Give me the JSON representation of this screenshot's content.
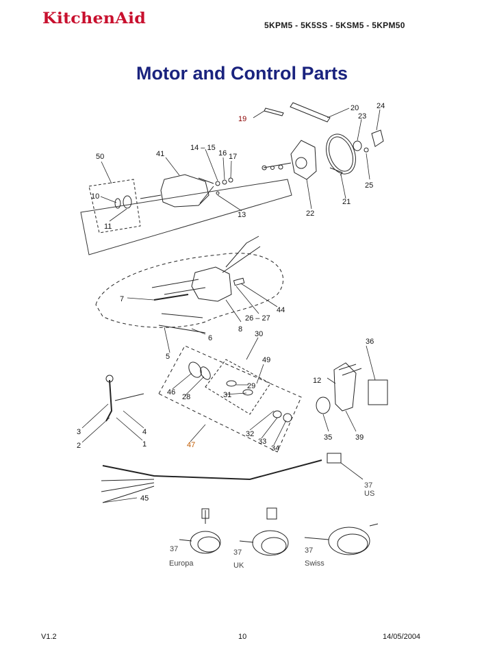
{
  "header": {
    "logo_text": "KitchenAid",
    "models": "5KPM5 - 5K5SS - 5KSM5 - 5KPM50",
    "title": "Motor and Control Parts"
  },
  "parts": {
    "p1": "1",
    "p2": "2",
    "p3": "3",
    "p4": "4",
    "p5": "5",
    "p6": "6",
    "p7": "7",
    "p8": "8",
    "p10": "10",
    "p11": "11",
    "p12": "12",
    "p13": "13",
    "p14_15": "14 – 15",
    "p16": "16",
    "p17": "17",
    "p19": "19",
    "p20": "20",
    "p21": "21",
    "p22": "22",
    "p23": "23",
    "p24": "24",
    "p25": "25",
    "p26_27": "26 – 27",
    "p28": "28",
    "p29": "29",
    "p30": "30",
    "p31": "31",
    "p32": "32",
    "p33": "33",
    "p34": "34",
    "p35": "35",
    "p36": "36",
    "p39": "39",
    "p41": "41",
    "p44": "44",
    "p45": "45",
    "p46": "46",
    "p47": "47",
    "p49": "49",
    "p50": "50"
  },
  "cords": {
    "us_num": "37",
    "us_label": "US",
    "europa_num": "37",
    "europa_label": "Europa",
    "uk_num": "37",
    "uk_label": "UK",
    "swiss_num": "37",
    "swiss_label": "Swiss"
  },
  "footer": {
    "version": "V1.2",
    "page": "10",
    "date": "14/05/2004"
  }
}
